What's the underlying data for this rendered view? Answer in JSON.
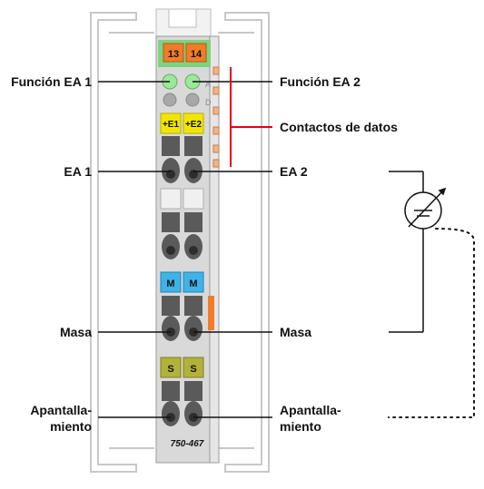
{
  "module": {
    "part_number": "750-467",
    "header_labels": [
      "13",
      "14"
    ],
    "power_labels": [
      "+E1",
      "+E2"
    ],
    "mass_labels": [
      "M",
      "M"
    ],
    "shield_labels": [
      "S",
      "S"
    ]
  },
  "labels": {
    "funcion_ea1": "Función EA 1",
    "funcion_ea2": "Función EA 2",
    "contactos_datos": "Contactos de datos",
    "ea1": "EA 1",
    "ea2": "EA 2",
    "masa_left": "Masa",
    "masa_right": "Masa",
    "apantallamiento_left_1": "Apantalla-",
    "apantallamiento_left_2": "miento",
    "apantallamiento_right_1": "Apantalla-",
    "apantallamiento_right_2": "miento"
  },
  "colors": {
    "module_body": "#d9d9d9",
    "terminal": "#5a5a5a",
    "header_green": "#7ed37e",
    "header_orange": "#f07c2a",
    "power_yellow": "#f2e600",
    "mass_blue": "#3fb3e8",
    "shield_olive": "#b2b23a",
    "data_contacts_red": "#e3001b",
    "led_green": "#9be89b"
  },
  "icons": [
    "analog-voltage-source-icon"
  ]
}
